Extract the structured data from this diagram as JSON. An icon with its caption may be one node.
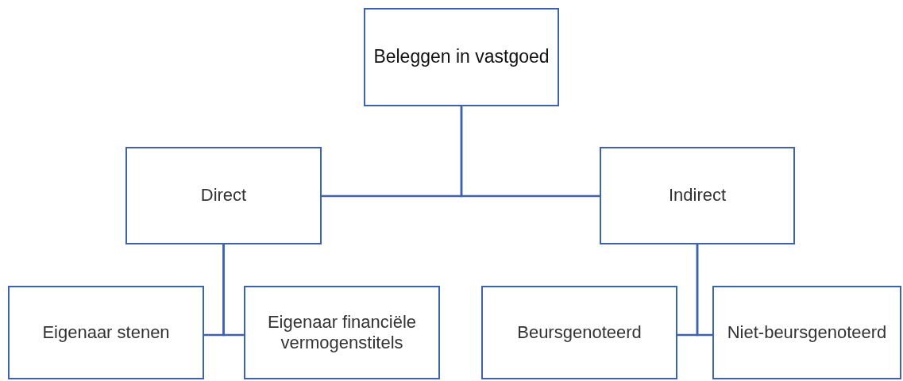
{
  "diagram": {
    "nodes": [
      {
        "text": [
          "Beleggen in vastgoed"
        ]
      },
      {
        "text": [
          "Direct"
        ]
      },
      {
        "text": [
          "Indirect"
        ]
      },
      {
        "text": [
          "Eigenaar stenen"
        ]
      },
      {
        "text": [
          "Eigenaar financiële vermogenstitels"
        ]
      },
      {
        "text": [
          "Beursgenoteerd"
        ]
      },
      {
        "text": [
          "Niet-beursgenoteerd"
        ]
      }
    ],
    "edges": [
      {
        "from": 0,
        "to": 1,
        "arrow": "none"
      },
      {
        "from": 0,
        "to": 2,
        "arrow": "none"
      },
      {
        "from": 1,
        "to": 3,
        "arrow": "none"
      },
      {
        "from": 1,
        "to": 4,
        "arrow": "none"
      },
      {
        "from": 2,
        "to": 5,
        "arrow": "none"
      },
      {
        "from": 2,
        "to": 6,
        "arrow": "none"
      }
    ]
  }
}
